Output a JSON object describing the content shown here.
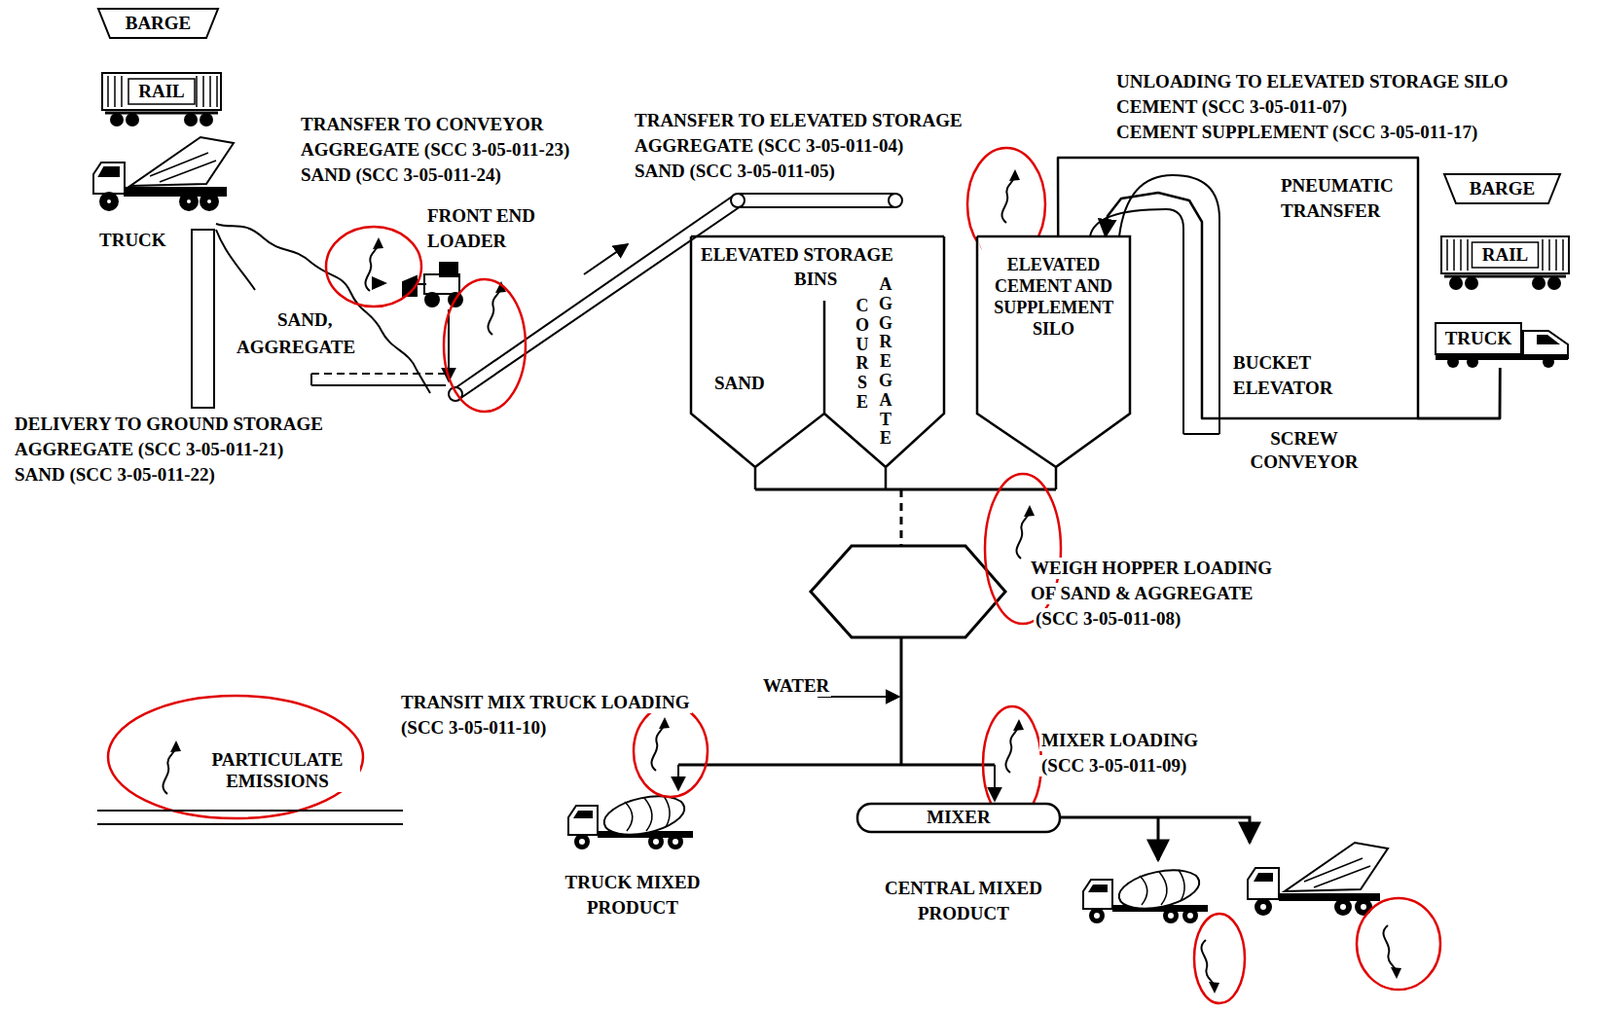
{
  "diagram": {
    "nodes": [
      {
        "text": [
          "BARGE"
        ]
      },
      {
        "text": [
          "RAIL"
        ]
      },
      {
        "text": [
          "ELEVATED STORAGE",
          "BINS",
          "SAND",
          "COURSE",
          "AGGREGATE"
        ]
      },
      {
        "text": [
          "ELEVATED CEMENT AND SUPPLEMENT SILO"
        ]
      },
      {
        "text": [
          "BARGE"
        ]
      },
      {
        "text": [
          "RAIL"
        ]
      },
      {
        "text": [
          "TRUCK"
        ]
      },
      {
        "text": [
          "MIXER"
        ]
      }
    ],
    "edges": [
      {
        "from": 6,
        "to": 3,
        "arrow": "to"
      },
      {
        "from": 6,
        "to": 3,
        "arrow": "none"
      }
    ],
    "labels": [
      "TRUCK",
      "TRANSFER TO CONVEYOR",
      "AGGREGATE (SCC 3-05-011-23)",
      "SAND (SCC 3-05-011-24)",
      "FRONT END",
      "LOADER",
      "SAND,",
      "AGGREGATE",
      "DELIVERY TO GROUND STORAGE",
      "AGGREGATE (SCC 3-05-011-21)",
      "SAND (SCC 3-05-011-22)",
      "TRANSFER TO ELEVATED STORAGE",
      "AGGREGATE (SCC 3-05-011-04)",
      "SAND (SCC 3-05-011-05)",
      "UNLOADING TO ELEVATED STORAGE SILO",
      "CEMENT (SCC 3-05-011-07)",
      "CEMENT SUPPLEMENT (SCC 3-05-011-17)",
      "PNEUMATIC",
      "TRANSFER",
      "BUCKET",
      "ELEVATOR",
      "SCREW",
      "CONVEYOR",
      "WEIGH HOPPER LOADING",
      "OF SAND & AGGREGATE",
      "(SCC 3-05-011-08)",
      "WATER",
      "TRANSIT MIX TRUCK LOADING",
      "(SCC 3-05-011-10)",
      "MIXER LOADING",
      "(SCC 3-05-011-09)",
      "TRUCK MIXED",
      "PRODUCT",
      "CENTRAL MIXED",
      "PRODUCT"
    ],
    "legend": [
      {
        "text": "PARTICULATE EMISSIONS"
      }
    ]
  }
}
